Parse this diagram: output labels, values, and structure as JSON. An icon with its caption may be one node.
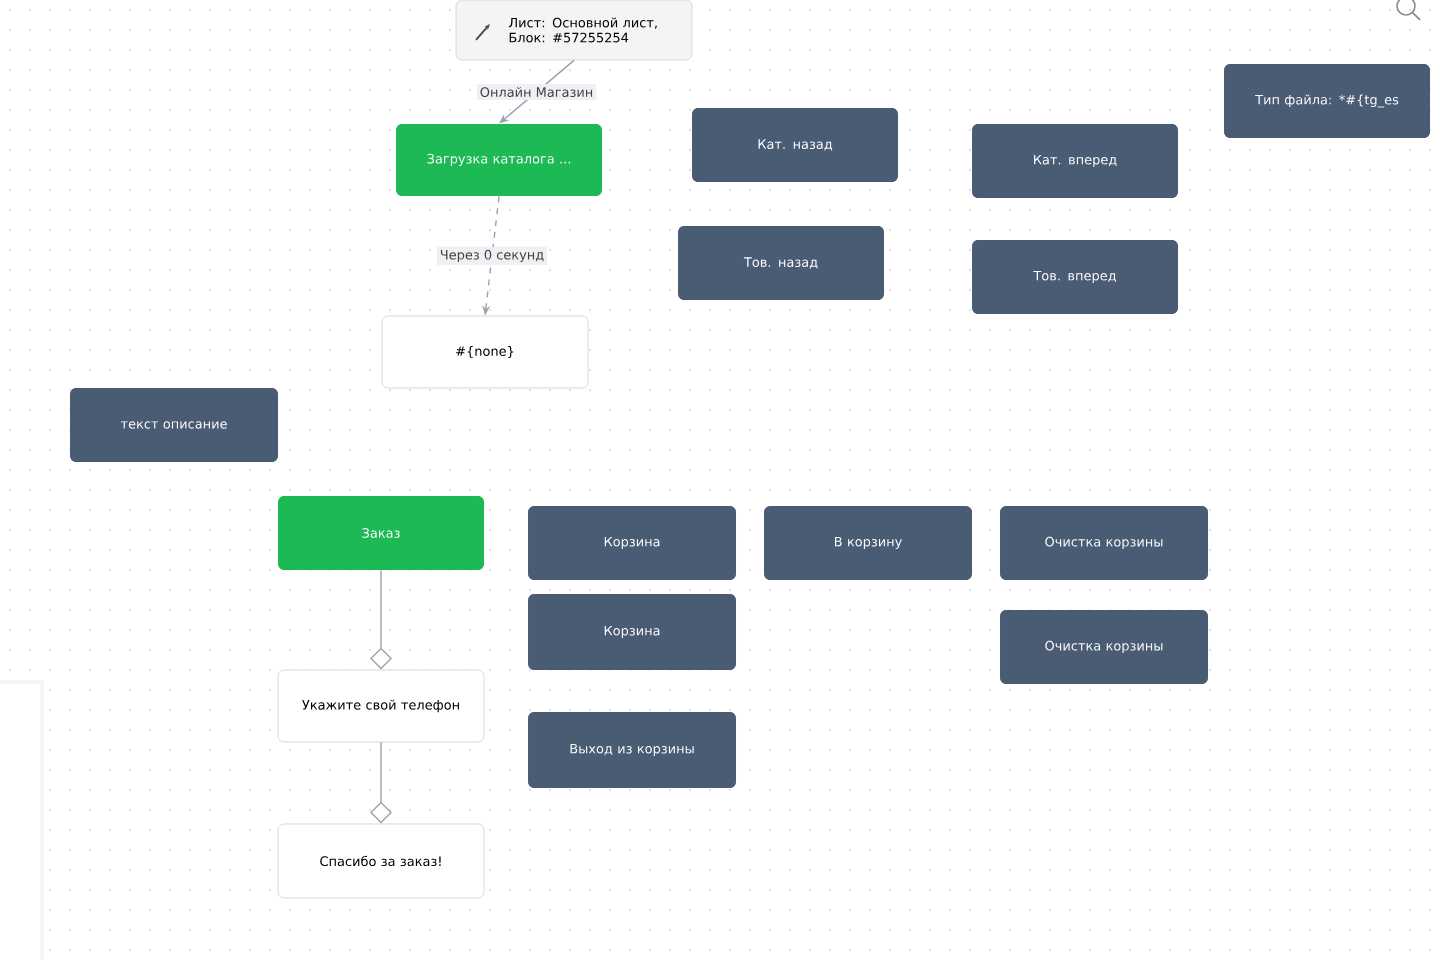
{
  "diagram": {
    "nodes": [
      {
        "text": [
          "Лист: Основной лист, Блок: #57255254"
        ]
      },
      {
        "text": [
          "Загрузка каталога ..."
        ]
      },
      {
        "text": [
          "#{none}"
        ]
      },
      {
        "text": [
          "Кат. назад"
        ]
      },
      {
        "text": [
          "Кат. вперед"
        ]
      },
      {
        "text": [
          "Тип файла: *#{tg_es"
        ]
      },
      {
        "text": [
          "Тов. назад"
        ]
      },
      {
        "text": [
          "Тов. вперед"
        ]
      },
      {
        "text": [
          "текст описание"
        ]
      },
      {
        "text": [
          "Заказ"
        ]
      },
      {
        "text": [
          "Укажите свой телефон"
        ]
      },
      {
        "text": [
          "Спасибо за заказ!"
        ]
      },
      {
        "text": [
          "Корзина"
        ]
      },
      {
        "text": [
          "В корзину"
        ]
      },
      {
        "text": [
          "Очистка корзины"
        ]
      },
      {
        "text": [
          "Корзина"
        ]
      },
      {
        "text": [
          "Очистка корзины"
        ]
      },
      {
        "text": [
          "Выход из корзины"
        ]
      }
    ],
    "edges": [
      {
        "from": 0,
        "to": 1,
        "arrow": "to",
        "label": "Онлайн Магазин"
      },
      {
        "from": 1,
        "to": 2,
        "arrow": "to",
        "label": "Через 0 секунд",
        "style": "dashed"
      },
      {
        "from": 9,
        "to": 10,
        "arrow": "other"
      },
      {
        "from": 10,
        "to": 11,
        "arrow": "other"
      }
    ]
  }
}
